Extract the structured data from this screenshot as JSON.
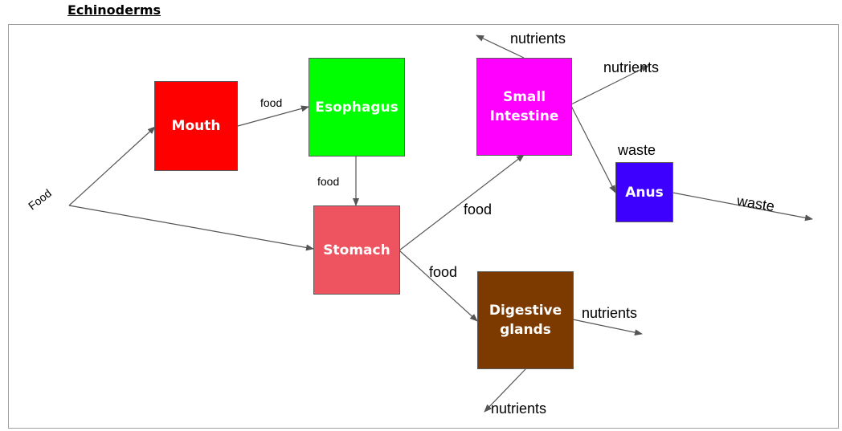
{
  "title": "Echinoderms",
  "nodes": {
    "mouth": {
      "label": "Mouth",
      "color": "#ff0000"
    },
    "esophagus": {
      "label": "Esophagus",
      "color": "#00ff00"
    },
    "stomach": {
      "label": "Stomach",
      "color": "#ee5360"
    },
    "small_intestine": {
      "label": "Small Intestine",
      "color": "#ff00ff"
    },
    "anus": {
      "label": "Anus",
      "color": "#3d00ff"
    },
    "digestive_glands": {
      "label": "Digestive glands",
      "color": "#7d3a00"
    }
  },
  "edge_labels": {
    "food_in": "Food",
    "mouth_to_esophagus": "food",
    "esophagus_to_stomach": "food",
    "stomach_to_small_intestine": "food",
    "stomach_to_digestive_glands": "food",
    "small_intestine_up": "nutrients",
    "small_intestine_right": "nutrients",
    "small_intestine_to_anus": "waste",
    "anus_out": "waste",
    "digestive_glands_right": "nutrients",
    "digestive_glands_down": "nutrients"
  }
}
